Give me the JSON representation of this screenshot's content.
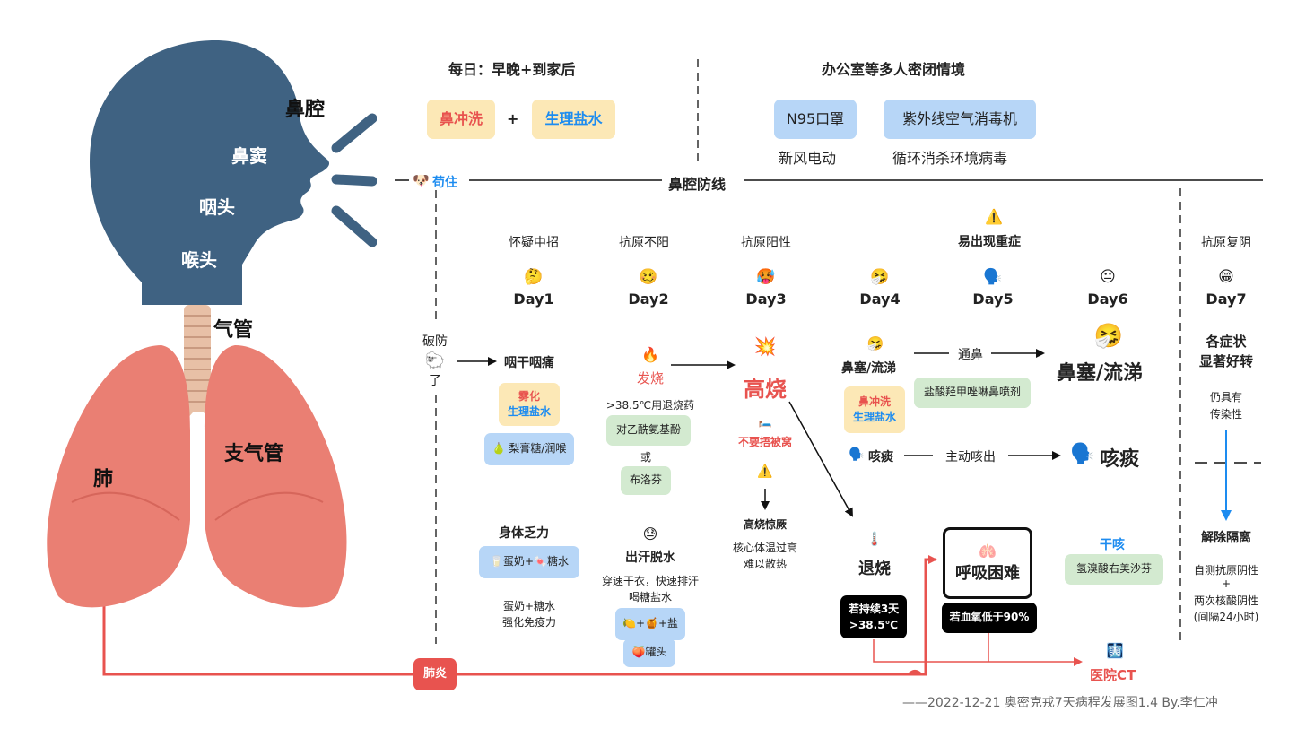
{
  "colors": {
    "accent_red": "#e8534f",
    "accent_blue": "#1d8cf0",
    "head_blue": "#3f6282",
    "lung_pink": "#ea7f73",
    "yellow_box": "#fce8b6",
    "blue_box": "#b7d6f7",
    "green_box": "#d3ead0"
  },
  "anatomy": {
    "nasal_cavity": "鼻腔",
    "sinus": "鼻窦",
    "pharynx": "咽头",
    "larynx": "喉头",
    "trachea": "气管",
    "bronchi": "支气管",
    "lung": "肺"
  },
  "top": {
    "daily_title": "每日：早晚+到家后",
    "nasal_wash": "鼻冲洗",
    "plus": "+",
    "saline": "生理盐水",
    "office_title": "办公室等多人密闭情境",
    "n95": "N95口罩",
    "fresh_air": "新风电动",
    "uv": "紫外线空气消毒机",
    "uv_desc": "循环消杀环境病毒"
  },
  "line": {
    "dog_icon": "🐶",
    "goutzhu": "苟住",
    "defense": "鼻腔防线"
  },
  "breach": {
    "line1": "破防",
    "icon": "🐑",
    "line2": "了"
  },
  "warning": {
    "icon": "⚠️",
    "label": "易出现重症"
  },
  "days": [
    {
      "status": "怀疑中招",
      "icon": "🤔",
      "day": "Day1"
    },
    {
      "status": "抗原不阳",
      "icon": "🥴",
      "day": "Day2"
    },
    {
      "status": "抗原阳性",
      "icon": "🥵",
      "day": "Day3"
    },
    {
      "status": "",
      "icon": "🤧",
      "day": "Day4"
    },
    {
      "status": "",
      "icon": "🗣️",
      "day": "Day5"
    },
    {
      "status": "",
      "icon": "😐",
      "day": "Day6"
    },
    {
      "status": "抗原复阴",
      "icon": "😁",
      "day": "Day7"
    }
  ],
  "d1": {
    "symptom": "咽干咽痛",
    "spray": "雾化",
    "spray2": "生理盐水",
    "pear": "🍐 梨膏糖/润喉",
    "fatigue": "身体乏力",
    "milk": "🥛蛋奶+🍬糖水",
    "milk_note1": "蛋奶+糖水",
    "milk_note2": "强化免疫力"
  },
  "d2": {
    "fire_icon": "🔥",
    "fever": "发烧",
    "rule": ">38.5℃用退烧药",
    "drug1": "对乙酰氨基酚",
    "or": "或",
    "drug2": "布洛芬",
    "sweat_icon": "😓",
    "sweat": "出汗脱水",
    "sweat_note1": "穿速干衣，快速排汗",
    "sweat_note2": "喝糖盐水",
    "sugar": "🍋+🍯+盐",
    "can": "🍑罐头"
  },
  "d3": {
    "boom_icon": "💥",
    "high_fever": "高烧",
    "bed_icon": "🛏️",
    "no_cover": "不要捂被窝",
    "warn_icon": "⚠️",
    "convulsion": "高烧惊厥",
    "conv_note1": "核心体温过高",
    "conv_note2": "难以散热"
  },
  "d4": {
    "sneeze_icon": "🤧",
    "stuffy": "鼻塞/流涕",
    "wash": "鼻冲洗",
    "wash2": "生理盐水",
    "cough_icon": "🗣️",
    "cough": "咳痰",
    "thermo_icon": "🌡️",
    "fever_down": "退烧",
    "persist1": "若持续3天",
    "persist2": ">38.5℃"
  },
  "d5": {
    "unblock": "通鼻",
    "spray": "盐酸羟甲唑啉鼻喷剂",
    "cough_out": "主动咳出",
    "lung_icon": "🫁",
    "breath": "呼吸困难",
    "oxygen": "若血氧低于90%"
  },
  "d6": {
    "sneeze_icon": "🤧",
    "stuffy": "鼻塞/流涕",
    "cough_icon": "🗣️",
    "cough": "咳痰",
    "dry_cough": "干咳",
    "dry_drug": "氢溴酸右美沙芬"
  },
  "d7": {
    "better1": "各症状",
    "better2": "显著好转",
    "infect1": "仍具有",
    "infect2": "传染性",
    "release": "解除隔离",
    "rule1": "自测抗原阴性",
    "rule2": "+",
    "rule3": "两次核酸阴性",
    "rule4": "(间隔24小时)"
  },
  "pneumonia": "肺炎",
  "hospital": {
    "icon": "🩻",
    "label": "医院CT"
  },
  "footer": "——2022-12-21 奥密克戎7天病程发展图1.4 By.李仁冲"
}
